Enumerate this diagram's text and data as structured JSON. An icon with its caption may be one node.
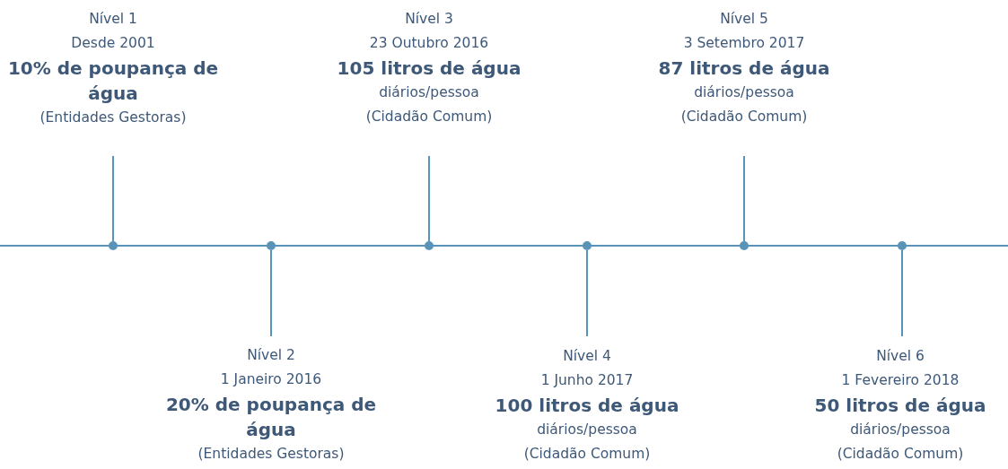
{
  "diagram": {
    "nodes": [
      {
        "text": [
          "Nível 1",
          "Desde 2001",
          "10% de poupança de água",
          "(Entidades Gestoras)"
        ]
      },
      {
        "text": [
          "Nível 2",
          "1 Janeiro 2016",
          "20% de poupança de água",
          "(Entidades Gestoras)"
        ]
      },
      {
        "text": [
          "Nível 3",
          "23 Outubro 2016",
          "105 litros de água",
          "diários/pessoa",
          "(Cidadão Comum)"
        ]
      },
      {
        "text": [
          "Nível 4",
          "1 Junho 2017",
          "100 litros de água",
          "diários/pessoa",
          "(Cidadão Comum)"
        ]
      },
      {
        "text": [
          "Nível 5",
          "3 Setembro 2017",
          "87 litros de água",
          "diários/pessoa",
          "(Cidadão Comum)"
        ]
      },
      {
        "text": [
          "Nível 6",
          "1 Fevereiro 2018",
          "50 litros de água",
          "diários/pessoa",
          "(Cidadão Comum)"
        ]
      },
      {
        "text": [],
        "shape": "circle"
      },
      {
        "text": [],
        "shape": "circle"
      },
      {
        "text": [],
        "shape": "circle"
      },
      {
        "text": [],
        "shape": "circle"
      },
      {
        "text": [],
        "shape": "circle"
      },
      {
        "text": [],
        "shape": "circle"
      }
    ],
    "edges": [
      {
        "from": 0,
        "to": 6,
        "arrow": "none"
      },
      {
        "from": 1,
        "to": 7,
        "arrow": "none"
      },
      {
        "from": 2,
        "to": 8,
        "arrow": "none"
      },
      {
        "from": 3,
        "to": 9,
        "arrow": "none"
      },
      {
        "from": 4,
        "to": 10,
        "arrow": "none"
      },
      {
        "from": 5,
        "to": 11,
        "arrow": "none"
      }
    ]
  }
}
